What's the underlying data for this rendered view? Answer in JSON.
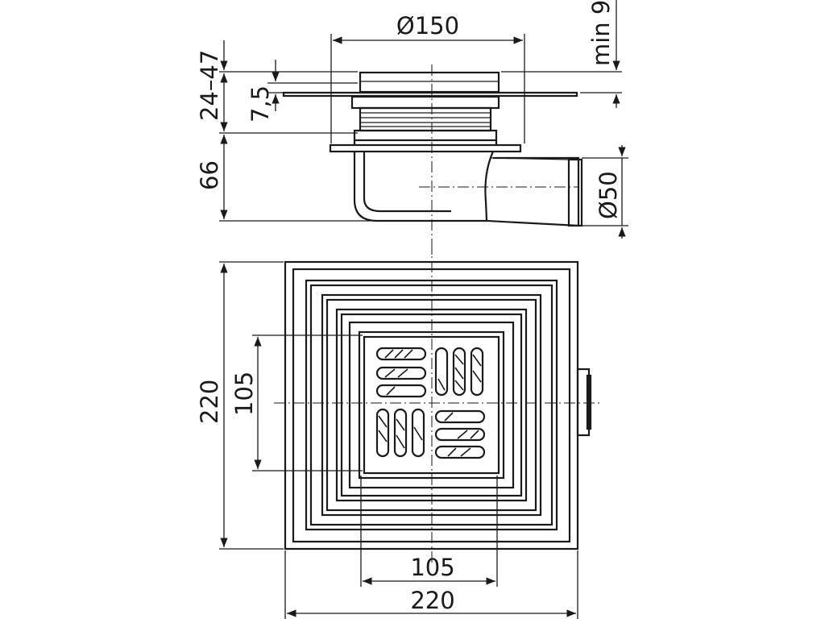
{
  "drawing": {
    "side_view": {
      "labels": {
        "top_diameter": "Ø150",
        "min_dimension": "min 9",
        "height_range": "24–47",
        "flange_height": "7,5",
        "body_height": "66",
        "outlet_diameter": "Ø50"
      }
    },
    "top_view": {
      "labels": {
        "outer_height": "220",
        "grate_height": "105",
        "grate_width": "105",
        "outer_width": "220"
      }
    }
  }
}
